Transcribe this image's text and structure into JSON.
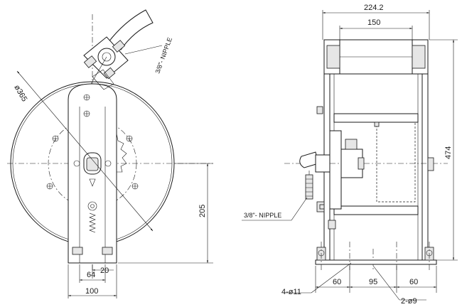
{
  "front_view": {
    "diameter_label": "ø365",
    "nipple_label": "3/8\"- NIPPLE",
    "height_label": "205",
    "width_inner_label": "64",
    "offset_label": "20",
    "width_outer_label": "100"
  },
  "side_view": {
    "overall_width_label": "224.2",
    "inner_width_label": "150",
    "height_label": "474",
    "nipple_label": "3/8\"- NIPPLE",
    "base_left_label": "60",
    "base_mid_label": "95",
    "base_right_label": "60",
    "mount_holes_label": "4-ø11",
    "pin_holes_label": "2-ø9"
  }
}
